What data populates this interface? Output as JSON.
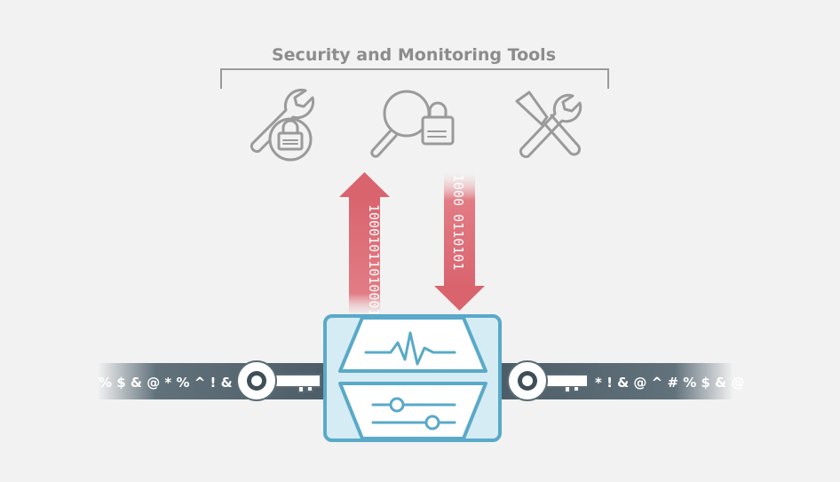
{
  "diagram": {
    "title": "Security and Monitoring Tools",
    "tools": [
      {
        "icon": "wrench-lock-icon"
      },
      {
        "icon": "magnifier-lock-icon"
      },
      {
        "icon": "wrench-screwdriver-icon"
      }
    ],
    "arrow_up_bits": "10001011010001",
    "arrow_down_bits": "1000 0110101",
    "stream_left_text": "% $ & @ * % ^ ! & $",
    "stream_right_text": "* ! & @ ^ # % $ & @",
    "colors": {
      "background": "#f2f2f2",
      "gray_icon": "#9a9a9a",
      "arrow_red": "#d9646e",
      "stream_dark": "#5a6b75",
      "appliance_blue": "#5aa9c8",
      "appliance_fill": "#d6ecf5"
    }
  }
}
